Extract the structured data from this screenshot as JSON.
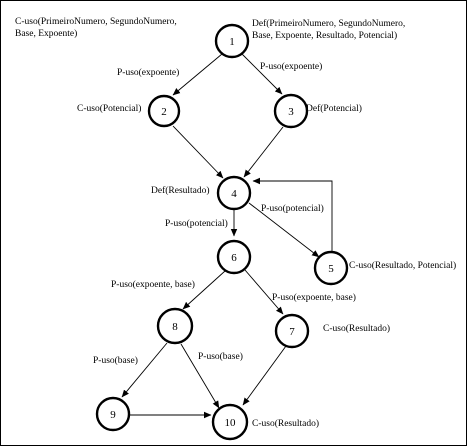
{
  "nodes": [
    {
      "id": "1",
      "label": "1"
    },
    {
      "id": "2",
      "label": "2"
    },
    {
      "id": "3",
      "label": "3"
    },
    {
      "id": "4",
      "label": "4"
    },
    {
      "id": "5",
      "label": "5"
    },
    {
      "id": "6",
      "label": "6"
    },
    {
      "id": "7",
      "label": "7"
    },
    {
      "id": "8",
      "label": "8"
    },
    {
      "id": "9",
      "label": "9"
    },
    {
      "id": "10",
      "label": "10"
    }
  ],
  "edges": [
    {
      "from": "1",
      "to": "2"
    },
    {
      "from": "1",
      "to": "3"
    },
    {
      "from": "2",
      "to": "4"
    },
    {
      "from": "3",
      "to": "4"
    },
    {
      "from": "4",
      "to": "6"
    },
    {
      "from": "4",
      "to": "5"
    },
    {
      "from": "5",
      "to": "4"
    },
    {
      "from": "6",
      "to": "8"
    },
    {
      "from": "6",
      "to": "7"
    },
    {
      "from": "8",
      "to": "9"
    },
    {
      "from": "8",
      "to": "10"
    },
    {
      "from": "9",
      "to": "10"
    },
    {
      "from": "7",
      "to": "10"
    }
  ],
  "annotations": {
    "n1_cuso_line1": "C-uso(PrimeiroNumero, SegundoNumero,",
    "n1_cuso_line2": "Base, Expoente)",
    "n1_def_line1": "Def(PrimeiroNumero, SegundoNumero,",
    "n1_def_line2": "Base, Expoente, Resultado, Potencial)",
    "e12_puso": "P-uso(expoente)",
    "e13_puso": "P-uso(expoente)",
    "n2_cuso": "C-uso(Potencial)",
    "n3_def": "Def(Potencial)",
    "n4_def": "Def(Resultado)",
    "e45_puso": "P-uso(potencial)",
    "e46_puso": "P-uso(potencial)",
    "n5_cuso": "C-uso(Resultado, Potencial)",
    "e68_puso": "P-uso(expoente, base)",
    "e67_puso": "P-uso(expoente, base)",
    "n7_cuso": "C-uso(Resultado)",
    "e89_puso": "P-uso(base)",
    "e810_puso": "P-uso(base)",
    "n10_cuso": "C-uso(Resultado)"
  }
}
